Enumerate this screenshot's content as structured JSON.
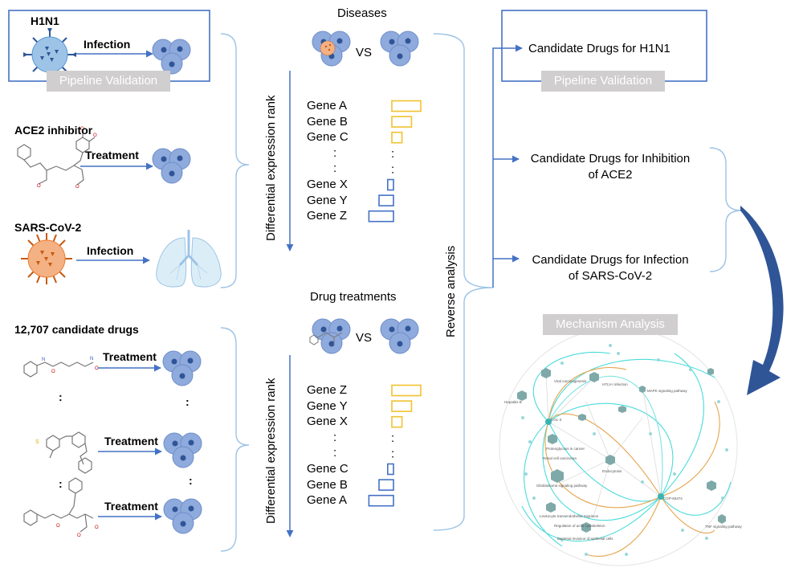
{
  "left": {
    "h1n1": {
      "title": "H1N1",
      "action": "Infection",
      "badge": "Pipeline Validation"
    },
    "ace2": {
      "title": "ACE2 inhibitor",
      "action": "Treatment"
    },
    "sars": {
      "title": "SARS-CoV-2",
      "action": "Infection"
    },
    "drugs": {
      "title": "12,707 candidate drugs",
      "action1": "Treatment",
      "action2": "Treatment",
      "action3": "Treatment",
      "dots": ":"
    }
  },
  "middle": {
    "diseases_title": "Diseases",
    "vs": "VS",
    "rank_label": "Differential expression rank",
    "genes_top": [
      "Gene A",
      "Gene B",
      "Gene C",
      ":",
      ":",
      "Gene X",
      "Gene Y",
      "Gene Z"
    ],
    "drug_title": "Drug treatments",
    "genes_bottom": [
      "Gene Z",
      "Gene Y",
      "Gene X",
      ":",
      ":",
      "Gene C",
      "Gene B",
      "Gene A"
    ],
    "reverse_label": "Reverse analysis"
  },
  "right": {
    "cand_h1n1": "Candidate Drugs for H1N1",
    "badge": "Pipeline Validation",
    "cand_ace2_l1": "Candidate Drugs for Inhibition",
    "cand_ace2_l2": "of ACE2",
    "cand_sars_l1": "Candidate Drugs for Infection",
    "cand_sars_l2": "of SARS-CoV-2",
    "mechanism": "Mechanism Analysis",
    "network_nodes": {
      "hub1": "COL-3",
      "hub2": "CGP-60474",
      "n1": "Viral carcinogenesis",
      "n2": "HTLV-I infection",
      "n3": "MAPK signaling pathway",
      "n4": "Hepatitis B",
      "n5": "Proteoglycans in cancer",
      "n6": "Renal cell carcinoma",
      "n7": "Endocytosis",
      "n8": "Glioblastoma signaling pathway",
      "n9": "Leukocyte transendothelial migration",
      "n10": "Regulation of actin cytoskeleton",
      "n11": "Bacterial invasion of epithelial cells",
      "n12": "TNF signaling pathway"
    }
  },
  "colors": {
    "up": "#f2c230",
    "down": "#4472c4",
    "arrow": "#4472c4",
    "badge": "#d0cece",
    "cell": "#8faadc",
    "nucleus": "#2f5597",
    "virus_blue": "#9dc3e6",
    "virus_orange": "#f4b183"
  },
  "bars_top": [
    {
      "dir": "up",
      "value": 1.0
    },
    {
      "dir": "up",
      "value": 0.68
    },
    {
      "dir": "up",
      "value": 0.35
    },
    {
      "dir": "none",
      "value": 0
    },
    {
      "dir": "none",
      "value": 0
    },
    {
      "dir": "down",
      "value": 0.2
    },
    {
      "dir": "down",
      "value": 0.5
    },
    {
      "dir": "down",
      "value": 0.85
    }
  ],
  "bars_bottom": [
    {
      "dir": "up",
      "value": 1.0
    },
    {
      "dir": "up",
      "value": 0.68
    },
    {
      "dir": "up",
      "value": 0.35
    },
    {
      "dir": "none",
      "value": 0
    },
    {
      "dir": "none",
      "value": 0
    },
    {
      "dir": "down",
      "value": 0.2
    },
    {
      "dir": "down",
      "value": 0.5
    },
    {
      "dir": "down",
      "value": 0.85
    }
  ]
}
